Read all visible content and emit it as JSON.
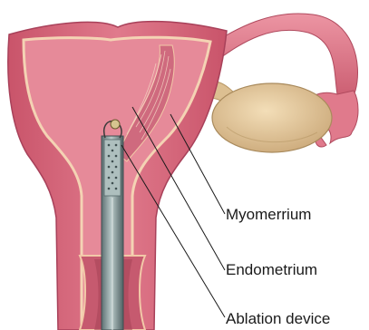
{
  "labels": {
    "myometrium": "Myomerrium",
    "endometrium": "Endometrium",
    "ablation_device": "Ablation device"
  },
  "colors": {
    "uterus_wall": "#d9667a",
    "uterus_wall_dark": "#b84a5f",
    "uterus_inner": "#e88a98",
    "endometrium_lining": "#f2c9a8",
    "tube": "#e07a8c",
    "ovary": "#e3c79a",
    "device_shaft": "#8fa3a3",
    "device_dark": "#56686a",
    "leader_line": "#1a1a1a"
  }
}
